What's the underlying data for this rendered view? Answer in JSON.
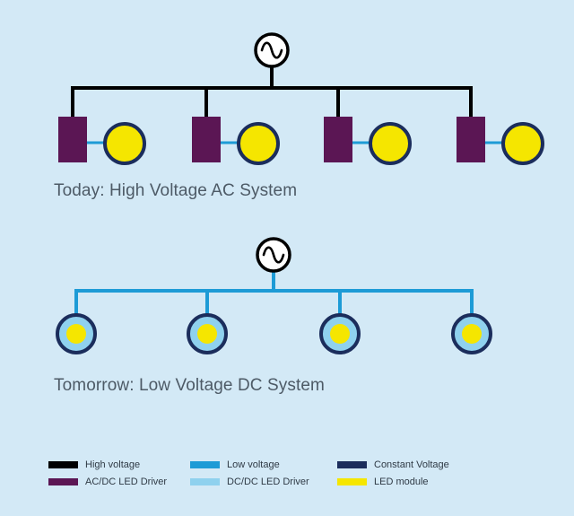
{
  "colors": {
    "background": "#d3e9f6",
    "high_voltage": "#000000",
    "ac_dc_driver": "#5b1654",
    "low_voltage": "#1d9bd6",
    "dc_dc_driver": "#8fd1ee",
    "constant_voltage": "#1b2d5c",
    "led_module": "#f5e600"
  },
  "today": {
    "caption": "Today: High Voltage AC System",
    "source_icon": "ac-source-icon",
    "branch_count": 4
  },
  "tomorrow": {
    "caption": "Tomorrow: Low Voltage DC System",
    "source_icon": "ac-source-icon",
    "branch_count": 4
  },
  "legend": [
    {
      "key": "high_voltage",
      "label": "High voltage"
    },
    {
      "key": "low_voltage",
      "label": "Low voltage"
    },
    {
      "key": "constant_voltage",
      "label": "Constant  Voltage"
    },
    {
      "key": "ac_dc_driver",
      "label": "AC/DC LED Driver"
    },
    {
      "key": "dc_dc_driver",
      "label": "DC/DC LED Driver"
    },
    {
      "key": "led_module",
      "label": "LED module"
    }
  ]
}
